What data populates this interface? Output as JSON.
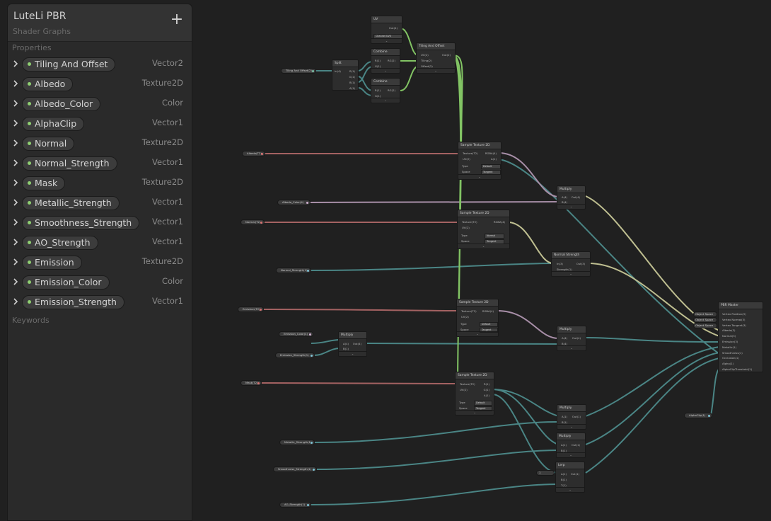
{
  "blackboard": {
    "title": "LuteLi PBR",
    "subtitle": "Shader Graphs",
    "add_label": "+",
    "properties_header": "Properties",
    "keywords_header": "Keywords",
    "properties": [
      {
        "name": "Tiling And Offset",
        "type": "Vector2"
      },
      {
        "name": "Albedo",
        "type": "Texture2D"
      },
      {
        "name": "Albedo_Color",
        "type": "Color"
      },
      {
        "name": "AlphaClip",
        "type": "Vector1"
      },
      {
        "name": "Normal",
        "type": "Texture2D"
      },
      {
        "name": "Normal_Strength",
        "type": "Vector1"
      },
      {
        "name": "Mask",
        "type": "Texture2D"
      },
      {
        "name": "Metallic_Strength",
        "type": "Vector1"
      },
      {
        "name": "Smoothness_Strength",
        "type": "Vector1"
      },
      {
        "name": "AO_Strength",
        "type": "Vector1"
      },
      {
        "name": "Emission",
        "type": "Texture2D"
      },
      {
        "name": "Emission_Color",
        "type": "Color"
      },
      {
        "name": "Emission_Strength",
        "type": "Vector1"
      }
    ]
  },
  "colors": {
    "vector_wire": "#4f8f8f",
    "texture_wire": "#b06a6a",
    "color_wire": "#b89ab8",
    "uv_wire": "#89cf6a",
    "normal_wire": "#c8c89a"
  },
  "graph": {
    "property_nodes": {
      "tiling": "Tiling And Offset(2)",
      "albedo": "Albedo(T2)",
      "albedo_color": "Albedo_Color(4)",
      "normal": "Normal(T2)",
      "normal_strength": "Normal_Strength(1)",
      "emission": "Emission(T2)",
      "emission_color": "Emission_Color(4)",
      "emission_strength": "Emission_Strength(1)",
      "mask": "Mask(T2)",
      "metallic_strength": "Metallic_Strength(1)",
      "smoothness_strength": "Smoothness_Strength(1)",
      "ao_strength": "AO_Strength(1)",
      "alphaclip": "AlphaClip(1)"
    },
    "nodes": {
      "uv": {
        "title": "UV",
        "out": "Out(4)",
        "channel": "Channel UV0"
      },
      "split": {
        "title": "Split",
        "in": "In(4)",
        "r": "R(1)",
        "g": "G(1)",
        "b": "B(1)",
        "a": "A(1)"
      },
      "combine1": {
        "title": "Combine",
        "r": "R(1)",
        "g": "G(1)",
        "out": "RG(2)"
      },
      "combine2": {
        "title": "Combine",
        "r": "R(1)",
        "g": "G(1)",
        "out": "RG(2)"
      },
      "tiling": {
        "title": "Tiling And Offset",
        "uv": "UV(2)",
        "tiling": "Tiling(2)",
        "offset": "Offset(2)",
        "out": "Out(2)"
      },
      "sample_albedo": {
        "title": "Sample Texture 2D",
        "tex": "Texture(T2)",
        "uv": "UV(2)",
        "rgba": "RGBA(4)",
        "a": "A(1)",
        "type_label": "Type",
        "type": "Default",
        "space_label": "Space",
        "space": "Tangent"
      },
      "multiply_albedo": {
        "title": "Multiply",
        "a": "A(4)",
        "b": "B(4)",
        "out": "Out(4)"
      },
      "sample_normal": {
        "title": "Sample Texture 2D",
        "tex": "Texture(T2)",
        "uv": "UV(2)",
        "rgba": "RGBA(4)",
        "type_label": "Type",
        "type": "Normal",
        "space_label": "Space",
        "space": "Tangent"
      },
      "normal_strength": {
        "title": "Normal Strength",
        "in": "In(3)",
        "strength": "Strength(1)",
        "out": "Out(3)"
      },
      "sample_emission": {
        "title": "Sample Texture 2D",
        "tex": "Texture(T2)",
        "uv": "UV(2)",
        "rgba": "RGBA(4)",
        "type_label": "Type",
        "type": "Default",
        "space_label": "Space",
        "space": "Tangent"
      },
      "multiply_emission_a": {
        "title": "Multiply",
        "a": "A(4)",
        "b": "B(1)",
        "out": "Out(4)"
      },
      "multiply_emission_b": {
        "title": "Multiply",
        "a": "A(4)",
        "b": "B(4)",
        "out": "Out(4)"
      },
      "sample_mask": {
        "title": "Sample Texture 2D",
        "tex": "Texture(T2)",
        "uv": "UV(2)",
        "r": "R(1)",
        "g": "G(1)",
        "a": "A(1)",
        "type_label": "Type",
        "type": "Default",
        "space_label": "Space",
        "space": "Tangent"
      },
      "multiply_metal": {
        "title": "Multiply",
        "a": "A(1)",
        "b": "B(1)",
        "out": "Out(1)"
      },
      "multiply_smooth": {
        "title": "Multiply",
        "a": "A(1)",
        "b": "B(1)",
        "out": "Out(1)"
      },
      "lerp": {
        "title": "Lerp",
        "a": "A(1)",
        "b": "B(1)",
        "t": "T(1)",
        "out": "Out(1)",
        "a_value": "1"
      },
      "pbr": {
        "title": "PBR Master",
        "space1": "Object Space",
        "space2": "Object Space",
        "space3": "Object Space",
        "ports": [
          "Vertex Position(3)",
          "Vertex Normal(3)",
          "Vertex Tangent(3)",
          "Albedo(3)",
          "Normal(3)",
          "Emission(3)",
          "Metallic(1)",
          "Smoothness(1)",
          "Occlusion(1)",
          "Alpha(1)",
          "AlphaClipThreshold(1)"
        ]
      }
    }
  }
}
